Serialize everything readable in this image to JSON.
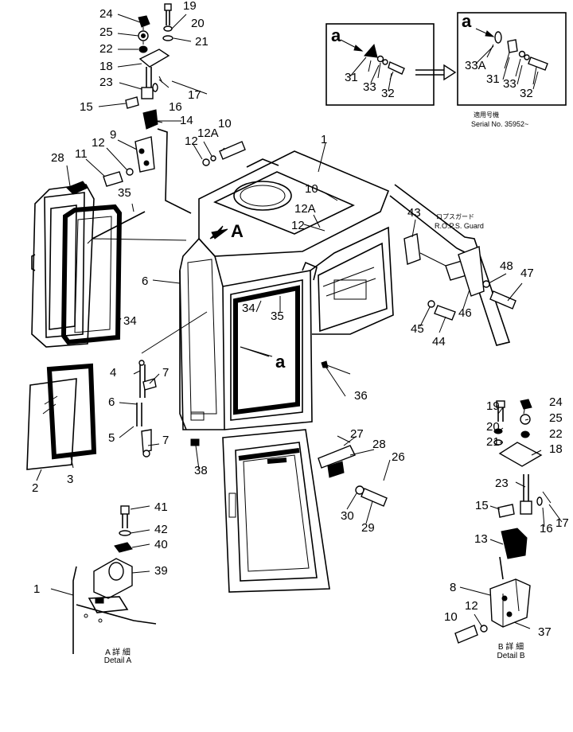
{
  "labels": {
    "n24a": "24",
    "n19a": "19",
    "n20a": "20",
    "n25a": "25",
    "n21a": "21",
    "n22a": "22",
    "n18a": "18",
    "n23a": "23",
    "n17a": "17",
    "n15a": "15",
    "n16a": "16",
    "n14": "14",
    "n9": "9",
    "n12a": "12",
    "n12Aa": "12A",
    "n10a": "10",
    "n12b": "12",
    "n11": "11",
    "n28a": "28",
    "n35a": "35",
    "n1a": "1",
    "n10b": "10",
    "n12Ab": "12A",
    "n12c": "12",
    "n43": "43",
    "n6a": "6",
    "n34a": "34",
    "n34b": "34",
    "n35b": "35",
    "n48": "48",
    "n47": "47",
    "n46": "46",
    "n45": "45",
    "n44": "44",
    "n4": "4",
    "n7a": "7",
    "n6b": "6",
    "n5": "5",
    "n7b": "7",
    "n36": "36",
    "n2": "2",
    "n3": "3",
    "n38": "38",
    "n27": "27",
    "n28b": "28",
    "n26": "26",
    "n30": "30",
    "n29": "29",
    "n19b": "19",
    "n24b": "24",
    "n20b": "20",
    "n25b": "25",
    "n21b": "21",
    "n22b": "22",
    "n18b": "18",
    "n23b": "23",
    "n15b": "15",
    "n16b": "16",
    "n17b": "17",
    "n13": "13",
    "n8": "8",
    "n10c": "10",
    "n12d": "12",
    "n37": "37",
    "n41": "41",
    "n42": "42",
    "n40": "40",
    "n39": "39",
    "n1b": "1",
    "n31a": "31",
    "n33a": "33",
    "n32a": "32",
    "n33A": "33A",
    "n31b": "31",
    "n33b": "33",
    "n32b": "32",
    "letterA": "A",
    "a1": "a",
    "a2": "a",
    "a3": "a"
  },
  "notes": {
    "serial_jp": "適用号機",
    "serial_en": "Serial  No.  35952~",
    "rops_jp": "ロプスガード",
    "rops_en": "R.O.P.S.  Guard",
    "detailA_jp": "A  詳  細",
    "detailA_en": "Detail A",
    "detailB_jp": "B  詳  細",
    "detailB_en": "Detail B"
  }
}
